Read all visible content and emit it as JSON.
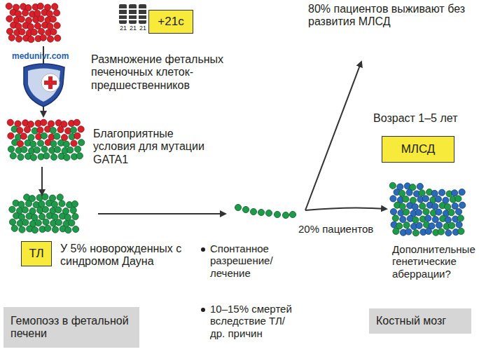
{
  "diagram": {
    "nodes": [
      {
        "text": [
          "+21с"
        ]
      },
      {
        "text": [
          "МЛСД"
        ]
      },
      {
        "text": [
          "ТЛ"
        ]
      },
      {
        "text": [
          "Гемопоэз в фетальной печени"
        ]
      },
      {
        "text": [
          "Костный мозг"
        ]
      }
    ],
    "labels": [
      "21",
      "21",
      "21",
      "medunivr.com",
      "Размножение фетальных печеночных клеток-предшественников",
      "Благоприятные условия для мутации GATA1",
      "У 5% новорожденных с синдромом Дауна",
      "Спонтанное разрешение/ лечение",
      "10–15% смертей вследствие ТЛ/ др. причин",
      "80% пациентов выживают без развития МЛСД",
      "Возраст 1–5 лет",
      "20% пациентов",
      "Дополнительные генетические аберрации?"
    ]
  }
}
